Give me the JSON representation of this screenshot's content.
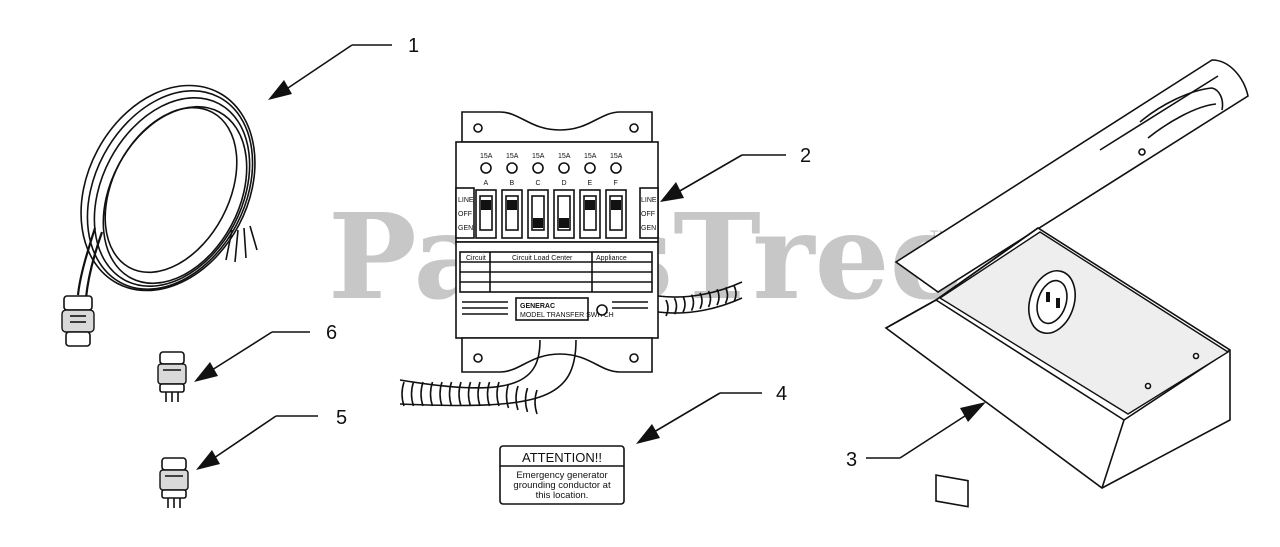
{
  "watermark": {
    "text": "PartsTree",
    "trademark": "TM"
  },
  "callouts": [
    "1",
    "2",
    "3",
    "4",
    "5",
    "6"
  ],
  "panel": {
    "amp_ratings": [
      "15A",
      "15A",
      "15A",
      "15A",
      "15A",
      "15A"
    ],
    "circuit_letters": [
      "A",
      "B",
      "C",
      "D",
      "E",
      "F"
    ],
    "switch_labels_left": [
      "LINE",
      "OFF",
      "GEN"
    ],
    "switch_labels_right": [
      "LINE",
      "OFF",
      "GEN"
    ],
    "table_headers": [
      "Circuit",
      "Circuit Load Center",
      "Appliance"
    ],
    "brand": "GENERAC",
    "model_text": "MODEL  TRANSFER SWITCH"
  },
  "label": {
    "title": "ATTENTION!!",
    "lines": [
      "Emergency generator",
      "grounding conductor at",
      "this location."
    ]
  }
}
